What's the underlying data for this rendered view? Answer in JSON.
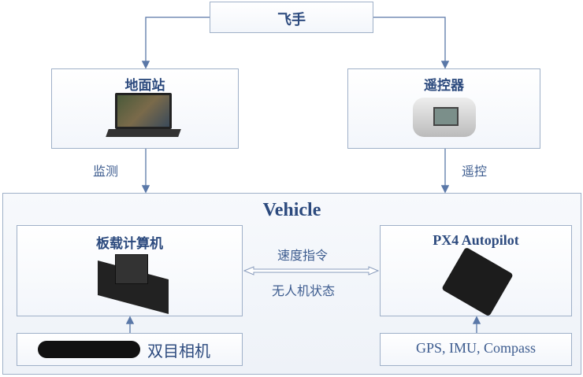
{
  "pilot": "飞手",
  "ground_station": "地面站",
  "remote_controller": "遥控器",
  "monitor_label": "监测",
  "remote_label": "遥控",
  "vehicle": "Vehicle",
  "onboard_computer": "板载计算机",
  "autopilot": "PX4 Autopilot",
  "velocity_cmd": "速度指令",
  "drone_state": "无人机状态",
  "stereo_camera": "双目相机",
  "sensors": "GPS, IMU, Compass",
  "colors": {
    "text": "#2c4a7e",
    "line": "#5a78a8",
    "border": "#9fb0c8"
  }
}
